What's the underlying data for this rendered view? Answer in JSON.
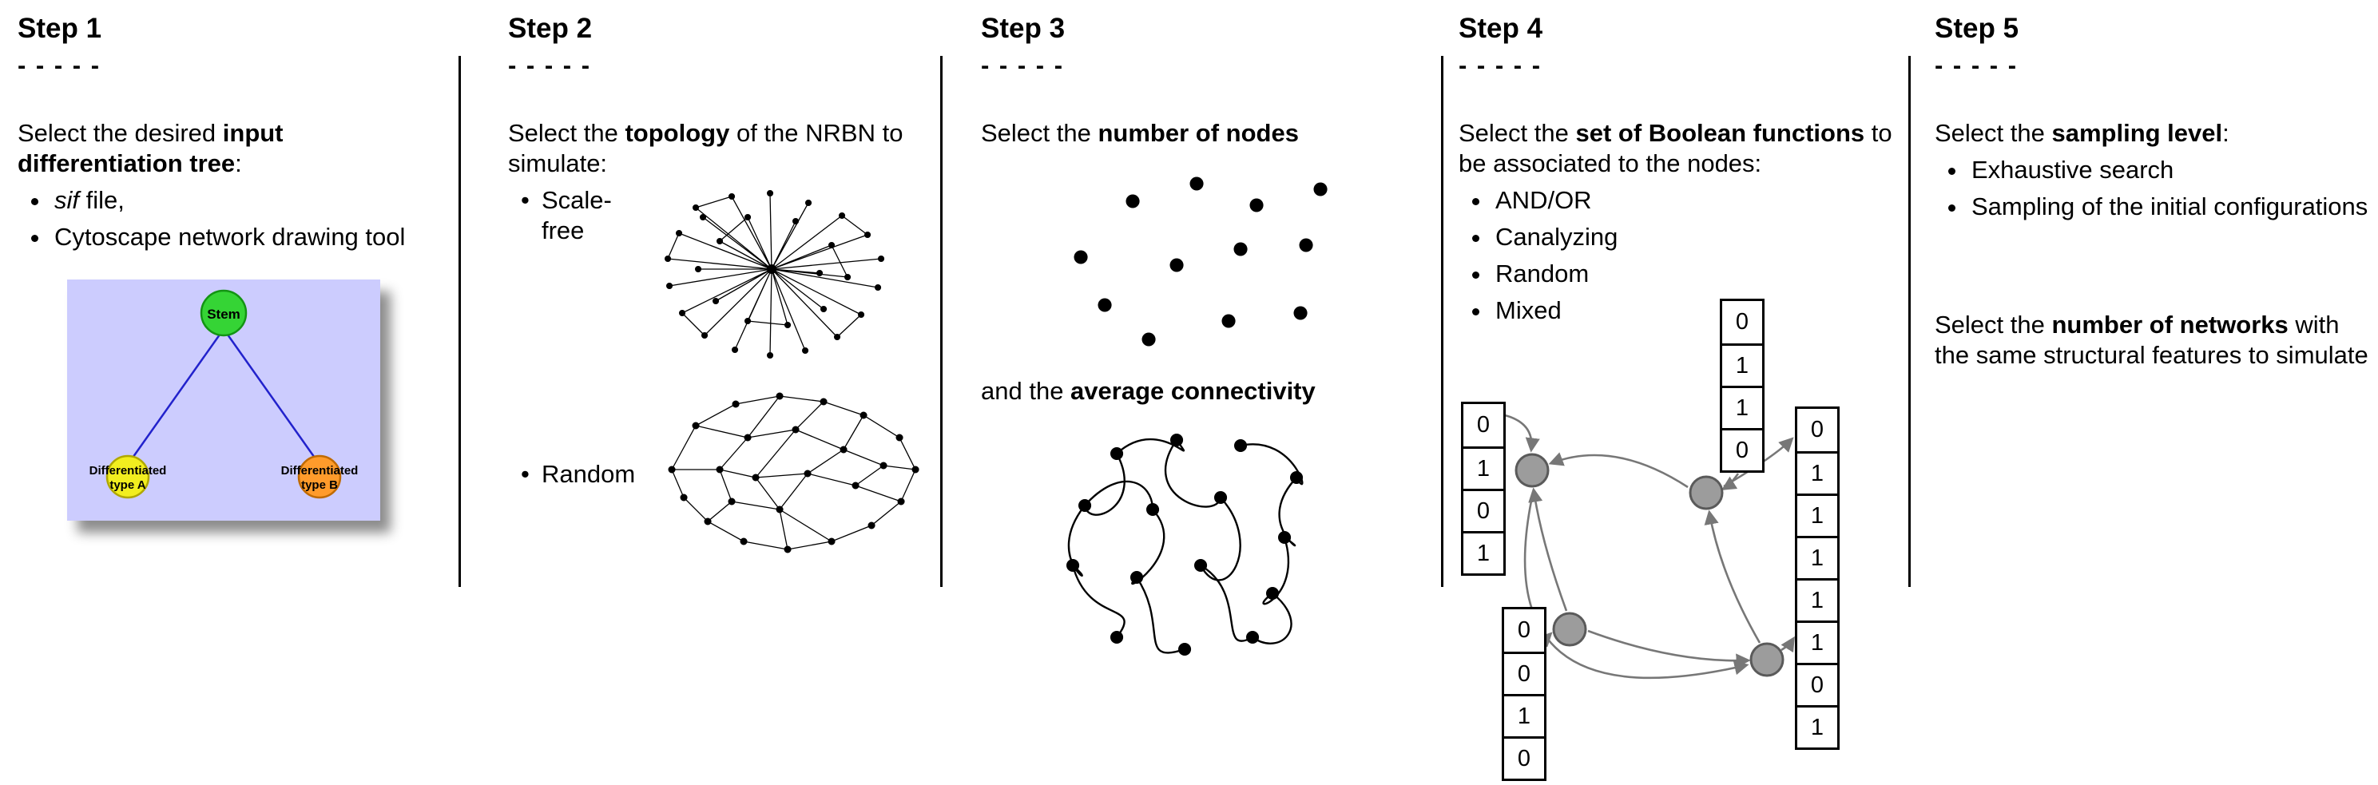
{
  "colors": {
    "tree_bg": "#ccccfe",
    "stem_green": "#35d435",
    "stem_stroke": "#139413",
    "type_a_yellow": "#f2ee1f",
    "type_a_stroke": "#b0a800",
    "type_b_orange": "#ff9b2b",
    "type_b_stroke": "#c06a00",
    "tree_edge_blue": "#2222cc",
    "network_black": "#000000",
    "arrow_gray": "#777777",
    "node_gray_fill": "#9c9c9c",
    "node_gray_stroke": "#5a5a5a"
  },
  "graphics": {
    "step1": "differentiation-tree",
    "step2_scale_free": "scale-free-network",
    "step2_random": "random-network",
    "step3_nodes": "scattered-nodes",
    "step3_connectivity": "tangled-network",
    "step4": "boolean-network-with-truth-tables"
  },
  "step1": {
    "title": "Step 1",
    "dashes": "- - - - -",
    "intro_pre": "Select the desired ",
    "intro_bold": "input differentiation tree",
    "intro_suffix": ":",
    "bullet1_italic": "sif",
    "bullet1_rest": " file,",
    "bullet2": "Cytoscape network drawing tool",
    "tree": {
      "stem": "Stem",
      "type_a_line1": "Differentiated",
      "type_a_line2": "type A",
      "type_b_line1": "Differentiated",
      "type_b_line2": "type B"
    }
  },
  "step2": {
    "title": "Step 2",
    "dashes": "- - - - -",
    "intro_pre": "Select the ",
    "intro_bold": "topology",
    "intro_suffix": " of the NRBN to simulate:",
    "bullet1": "Scale-free",
    "bullet2": "Random"
  },
  "step3": {
    "title": "Step 3",
    "dashes": "- - - - -",
    "intro_pre": "Select the ",
    "intro_bold": "number of nodes",
    "second_pre": "and the ",
    "second_bold": "average connectivity"
  },
  "step4": {
    "title": "Step 4",
    "dashes": "- - - - -",
    "intro_pre": "Select the ",
    "intro_bold": "set of Boolean functions",
    "intro_suffix": " to be associated to the nodes:",
    "bullets": [
      "AND/OR",
      "Canalyzing",
      "Random",
      "Mixed"
    ],
    "truth_tables": {
      "top": [
        "0",
        "1",
        "1",
        "0"
      ],
      "left": [
        "0",
        "1",
        "0",
        "1"
      ],
      "bottom_left": [
        "0",
        "0",
        "1",
        "0"
      ],
      "right": [
        "0",
        "1",
        "1",
        "1",
        "1",
        "1",
        "0",
        "1"
      ]
    }
  },
  "step5": {
    "title": "Step 5",
    "dashes": "- - - - -",
    "intro_pre": "Select the ",
    "intro_bold": "sampling level",
    "intro_suffix": ":",
    "bullet1": "Exhaustive search",
    "bullet2": "Sampling of the initial configurations",
    "second_pre": "Select the ",
    "second_bold": "number of networks",
    "second_suffix": " with the same structural features to simulate"
  }
}
